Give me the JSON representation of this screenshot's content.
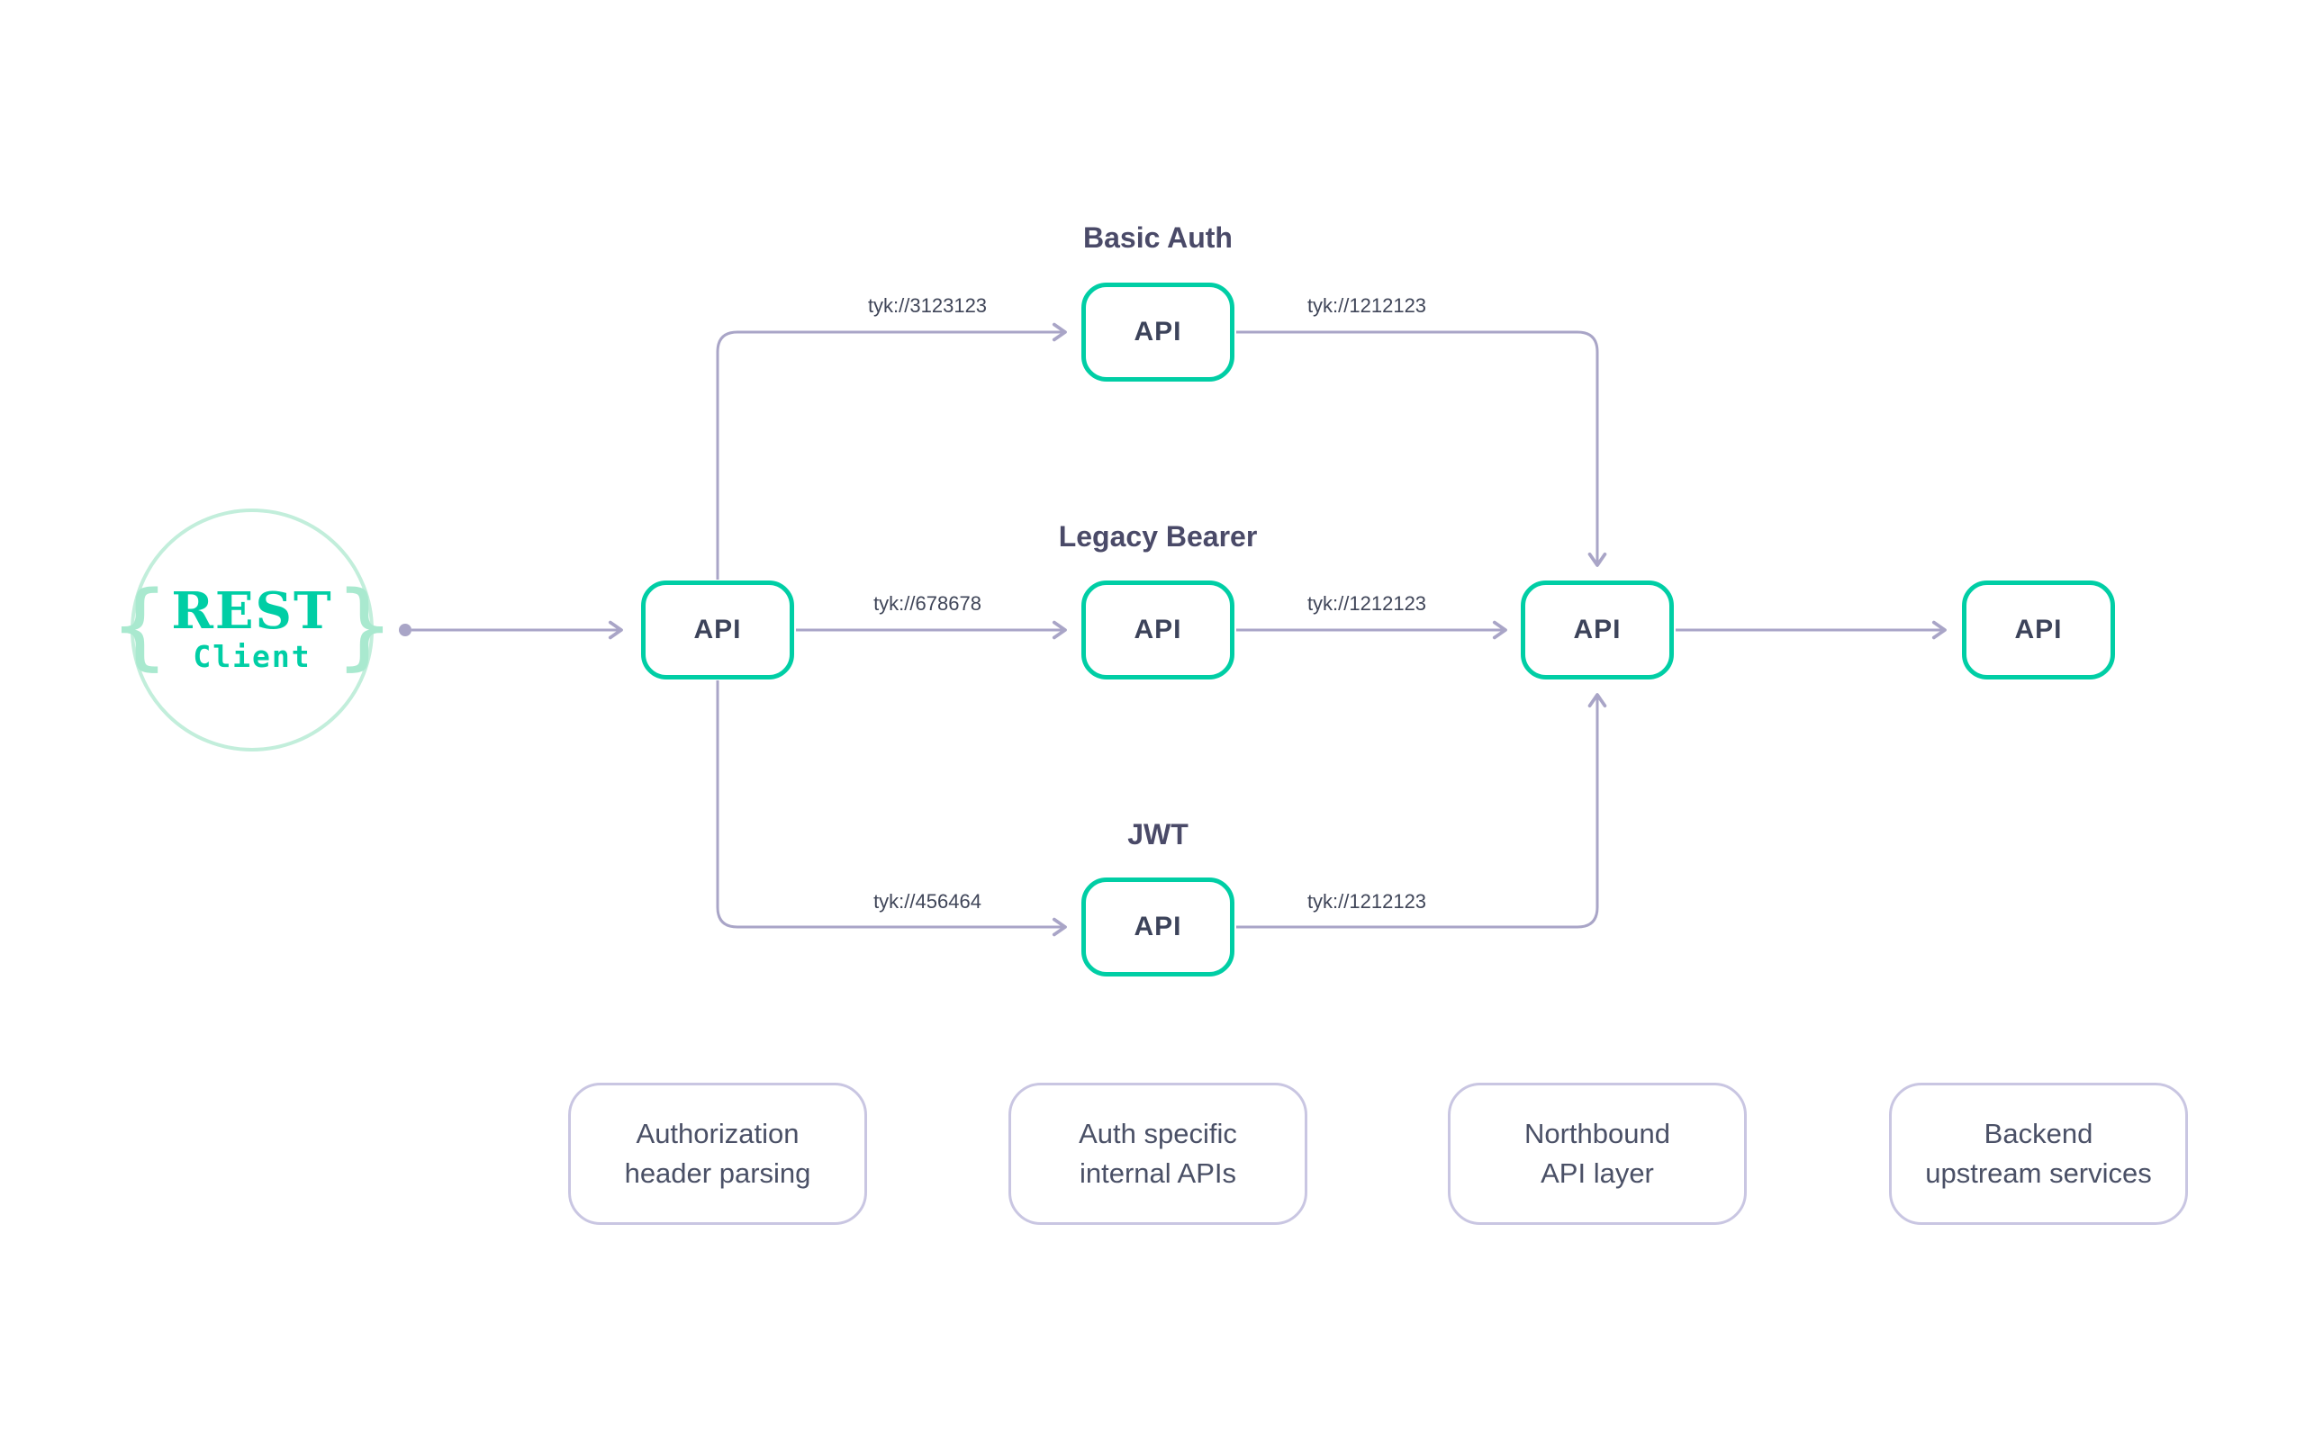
{
  "colors": {
    "teal": "#00CEA5",
    "mint": "#A9E9CF",
    "circle_border": "#C2EEDB",
    "arrow": "#A9A5C7",
    "node_text": "#3C435A",
    "title_text": "#4A4A68",
    "label_text": "#3F4558",
    "legend_border": "#C9C6E2",
    "legend_text": "#4A5066",
    "background": "#FFFFFF"
  },
  "client": {
    "brace_left": "{",
    "brace_right": "}",
    "name": "REST",
    "type": "Client"
  },
  "groups": {
    "basic_auth": "Basic Auth",
    "legacy_bearer": "Legacy Bearer",
    "jwt": "JWT"
  },
  "nodes": {
    "gateway": "API",
    "basic_auth": "API",
    "legacy_bearer": "API",
    "jwt": "API",
    "northbound": "API",
    "backend": "API"
  },
  "edge_labels": {
    "gateway_to_basic_auth": "tyk://3123123",
    "gateway_to_legacy_bearer": "tyk://678678",
    "gateway_to_jwt": "tyk://456464",
    "basic_auth_to_northbound": "tyk://1212123",
    "legacy_bearer_to_northbound": "tyk://1212123",
    "jwt_to_northbound": "tyk://1212123"
  },
  "legend": [
    {
      "line1": "Authorization",
      "line2": "header parsing"
    },
    {
      "line1": "Auth specific",
      "line2": "internal APIs"
    },
    {
      "line1": "Northbound",
      "line2": "API layer"
    },
    {
      "line1": "Backend",
      "line2": "upstream services"
    }
  ]
}
